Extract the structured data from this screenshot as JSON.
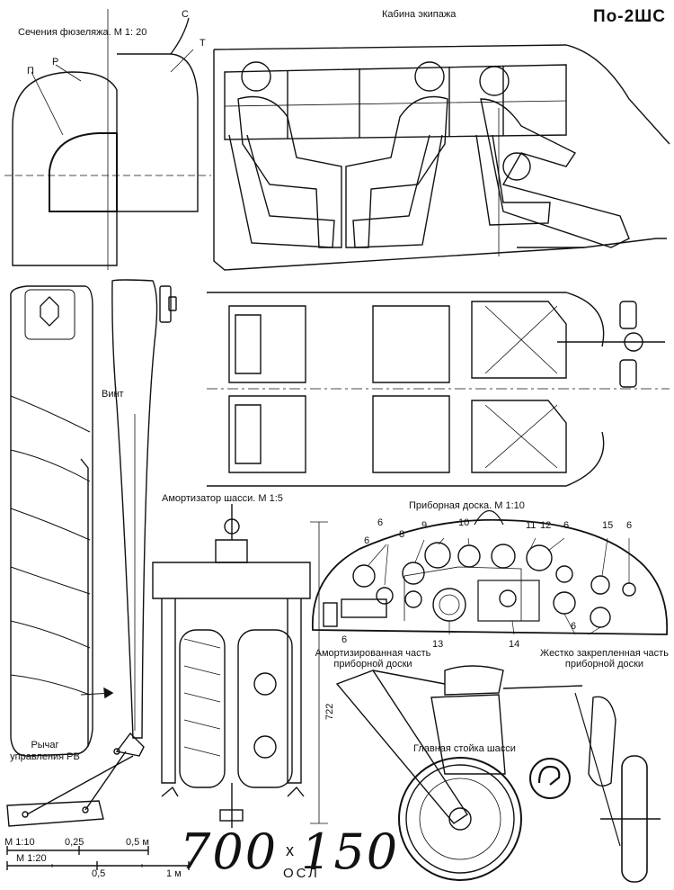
{
  "header": {
    "model": "По-2ШС",
    "cabin_title": "Кабина экипажа",
    "sections_title": "Сечения фюзеляжа. М 1: 20",
    "section_letters": [
      "С",
      "Т",
      "П",
      "Р"
    ]
  },
  "propeller": {
    "label": "Винт"
  },
  "shock_absorber": {
    "title": "Амортизатор шасси. М 1:5",
    "dimension": "722"
  },
  "panel": {
    "title": "Приборная доска. М 1:10",
    "callouts": [
      "6",
      "6",
      "8",
      "9",
      "10",
      "11",
      "12",
      "6",
      "15",
      "6",
      "6",
      "13",
      "14",
      "6"
    ],
    "damped_label": "Амортизированная часть приборной доски",
    "fixed_label": "Жестко закрепленная часть приборной доски"
  },
  "landing_gear": {
    "title": "Главная стойка шасси"
  },
  "elevator": {
    "label": "Рычаг управления РВ"
  },
  "scales": {
    "scale1": {
      "name": "М 1:10",
      "ticks": [
        "0,25",
        "0,5 м"
      ]
    },
    "scale2": {
      "name": "М 1:20",
      "ticks": [
        "0,5",
        "1 м"
      ]
    }
  },
  "tire_marking": {
    "size_a": "700",
    "times": "x",
    "size_b": "150",
    "code": "ОСЛ"
  }
}
